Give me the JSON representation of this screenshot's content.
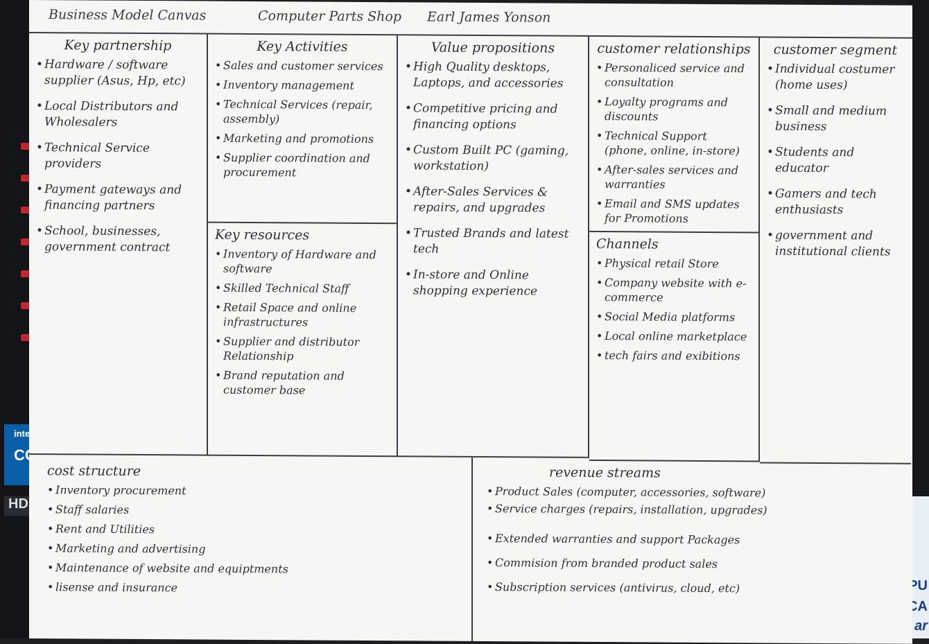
{
  "header": {
    "title": "Business Model Canvas",
    "business": "Computer Parts Shop",
    "author": "Earl James Yonson"
  },
  "key_partnership": {
    "title": "Key partnership",
    "items": [
      "Hardware / software supplier (Asus, Hp, etc)",
      "Local Distributors and Wholesalers",
      "Technical Service providers",
      "Payment gateways and financing partners",
      "School, businesses, government contract"
    ]
  },
  "key_activities": {
    "title": "Key Activities",
    "items": [
      "Sales and customer services",
      "Inventory management",
      "Technical Services (repair, assembly)",
      "Marketing and promotions",
      "Supplier coordination and procurement"
    ]
  },
  "key_resources": {
    "title": "Key resources",
    "items": [
      "Inventory of Hardware and software",
      "Skilled Technical Staff",
      "Retail Space and online infrastructures",
      "Supplier and distributor Relationship",
      "Brand reputation and customer base"
    ]
  },
  "value_propositions": {
    "title": "Value propositions",
    "items": [
      "High Quality desktops, Laptops, and accessories",
      "Competitive pricing and financing options",
      "Custom Built PC (gaming, workstation)",
      "After-Sales Services & repairs, and upgrades",
      "Trusted Brands and latest tech",
      "In-store and Online shopping experience"
    ]
  },
  "customer_relationships": {
    "title": "customer relationships",
    "items": [
      "Personaliced service and consultation",
      "Loyalty programs and discounts",
      "Technical Support (phone, online, in-store)",
      "After-sales services and warranties",
      "Email and SMS updates for Promotions"
    ]
  },
  "channels": {
    "title": "Channels",
    "items": [
      "Physical retail Store",
      "Company website with e-commerce",
      "Social Media platforms",
      "Local online marketplace",
      "tech fairs and exibitions"
    ]
  },
  "customer_segment": {
    "title": "customer segment",
    "items": [
      "Individual costumer (home uses)",
      "Small and medium business",
      "Students and educator",
      "Gamers and tech enthusiasts",
      "government and institutional clients"
    ]
  },
  "cost_structure": {
    "title": "cost structure",
    "items": [
      "Inventory procurement",
      "Staff salaries",
      "Rent and Utilities",
      "Marketing and advertising",
      "Maintenance of website and equiptments",
      "lisense and insurance"
    ]
  },
  "revenue_streams": {
    "title": "revenue streams",
    "items": [
      "Product Sales (computer, accessories, software)",
      "Service charges (repairs, installation, upgrades)",
      "Extended warranties and support Packages",
      "Commision from branded product sales",
      "Subscription services (antivirus, cloud, etc)"
    ]
  },
  "background": {
    "intel_line1": "inte",
    "intel_line2": "CO",
    "hd": "HD",
    "badge_line1": "PU",
    "badge_line2": "CA",
    "badge_line3": "ar"
  },
  "colors": {
    "paper": "#f6f6f4",
    "ink": "#2e2e36",
    "lines": "#3b3b44",
    "background": "#1c1e22"
  }
}
